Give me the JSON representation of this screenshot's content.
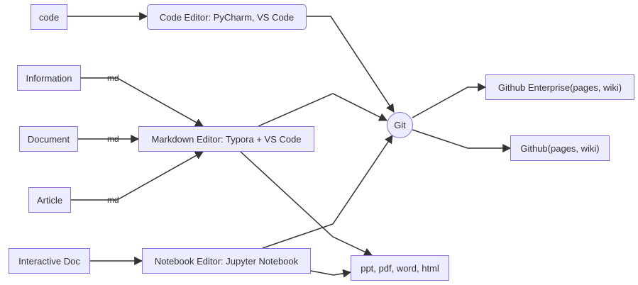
{
  "nodes": {
    "code": "code",
    "code_editor": "Code Editor: PyCharm, VS Code",
    "information": "Information",
    "document": "Document",
    "article": "Article",
    "markdown_editor": "Markdown Editor: Typora + VS Code",
    "interactive_doc": "Interactive Doc",
    "notebook_editor": "Notebook Editor: Jupyter Notebook",
    "git": "Git",
    "github_enterprise": "Github Enterprise(pages, wiki)",
    "github": "Github(pages, wiki)",
    "formats": "ppt, pdf, word, html"
  },
  "edge_labels": {
    "information_md": "md",
    "document_md": "md",
    "article_md": "md"
  },
  "colors": {
    "node_fill": "#ececff",
    "node_border": "#9370db",
    "edge": "#333333",
    "text": "#333333"
  }
}
